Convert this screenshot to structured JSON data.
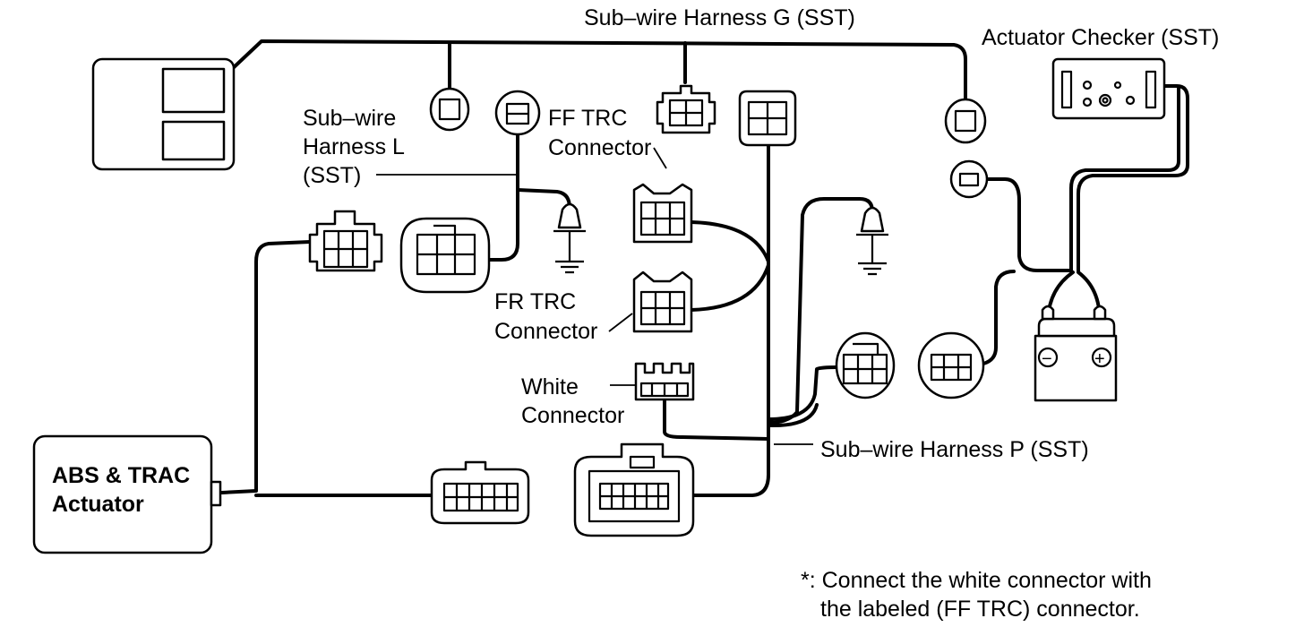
{
  "labels": {
    "harness_g": "Sub–wire Harness G (SST)",
    "actuator_checker": "Actuator Checker (SST)",
    "harness_l_1": "Sub–wire",
    "harness_l_2": "Harness L",
    "harness_l_3": "(SST)",
    "ff_trc_1": "FF TRC",
    "ff_trc_2": "Connector",
    "fr_trc_1": "FR TRC",
    "fr_trc_2": "Connector",
    "white_1": "White",
    "white_2": "Connector",
    "harness_p": "Sub–wire Harness P (SST)",
    "abs_1": "ABS & TRAC",
    "abs_2": "Actuator",
    "battery_minus": "−",
    "battery_plus": "+"
  },
  "note": {
    "line1": "*: Connect the white connector with",
    "line2": "the labeled (FF TRC) connector."
  },
  "icons": [
    "ground-icon",
    "battery-icon",
    "connector-icon",
    "actuator-checker-icon"
  ]
}
